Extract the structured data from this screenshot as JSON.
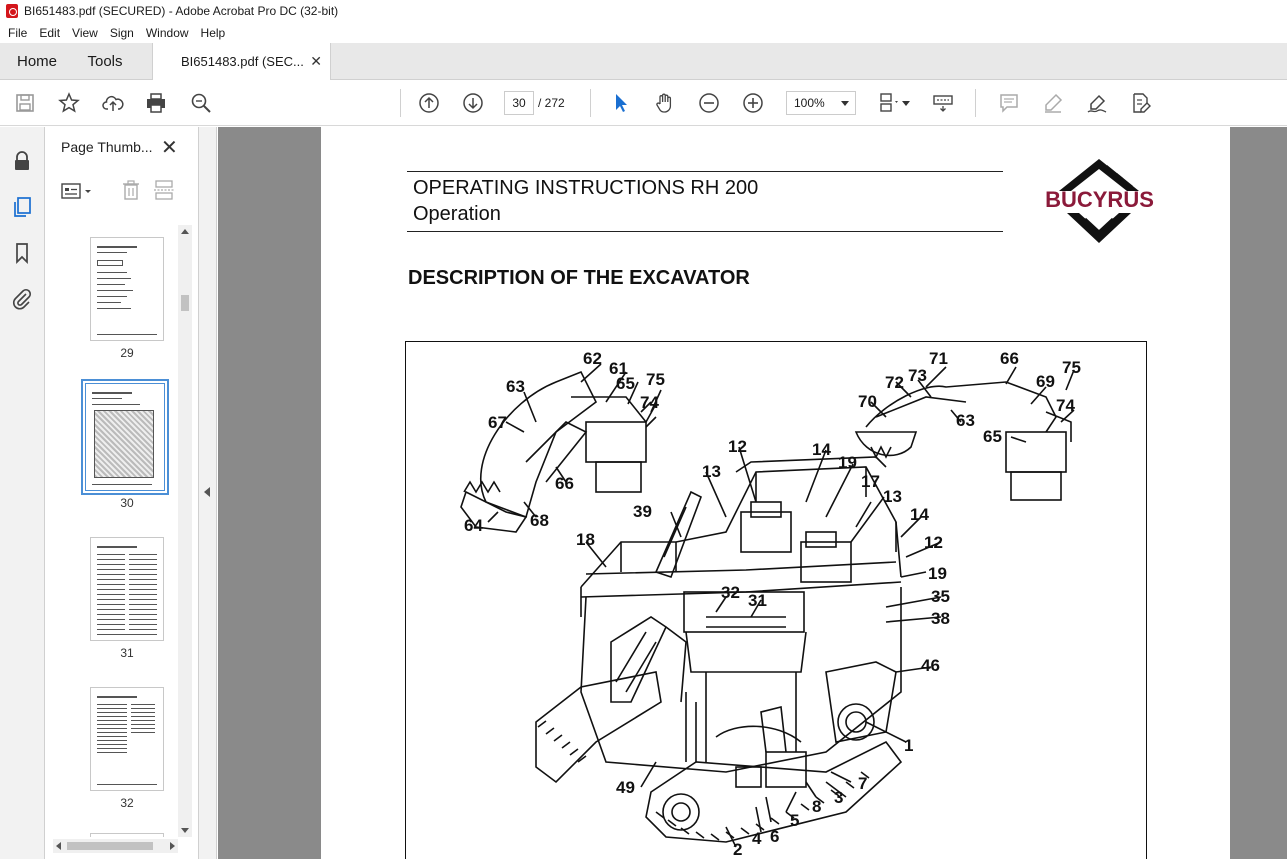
{
  "window": {
    "title": "BI651483.pdf (SECURED) - Adobe Acrobat Pro DC (32-bit)"
  },
  "menu": [
    "File",
    "Edit",
    "View",
    "Sign",
    "Window",
    "Help"
  ],
  "tabs": {
    "home": "Home",
    "tools": "Tools",
    "doc": "BI651483.pdf (SEC..."
  },
  "nav": {
    "current_page": "30",
    "total_pages": "/ 272",
    "zoom": "100%"
  },
  "thumbnails": {
    "title": "Page Thumb...",
    "pages": [
      "29",
      "30",
      "31",
      "32"
    ],
    "selected": "30"
  },
  "page": {
    "header_title": "OPERATING INSTRUCTIONS RH 200",
    "header_sub": "Operation",
    "logo": "BUCYRUS",
    "section_title": "DESCRIPTION OF THE EXCAVATOR",
    "callouts": [
      "62",
      "61",
      "63",
      "65",
      "75",
      "74",
      "67",
      "66",
      "64",
      "68",
      "71",
      "66",
      "72",
      "73",
      "69",
      "75",
      "70",
      "63",
      "74",
      "65",
      "12",
      "14",
      "19",
      "13",
      "17",
      "13",
      "14",
      "39",
      "18",
      "12",
      "19",
      "32",
      "31",
      "35",
      "38",
      "46",
      "1",
      "49",
      "7",
      "3",
      "8",
      "5",
      "6",
      "4",
      "2"
    ]
  },
  "colors": {
    "accent": "#4b8fd6",
    "logo": "#8b1a3a",
    "pdf_icon": "#d4161b"
  }
}
